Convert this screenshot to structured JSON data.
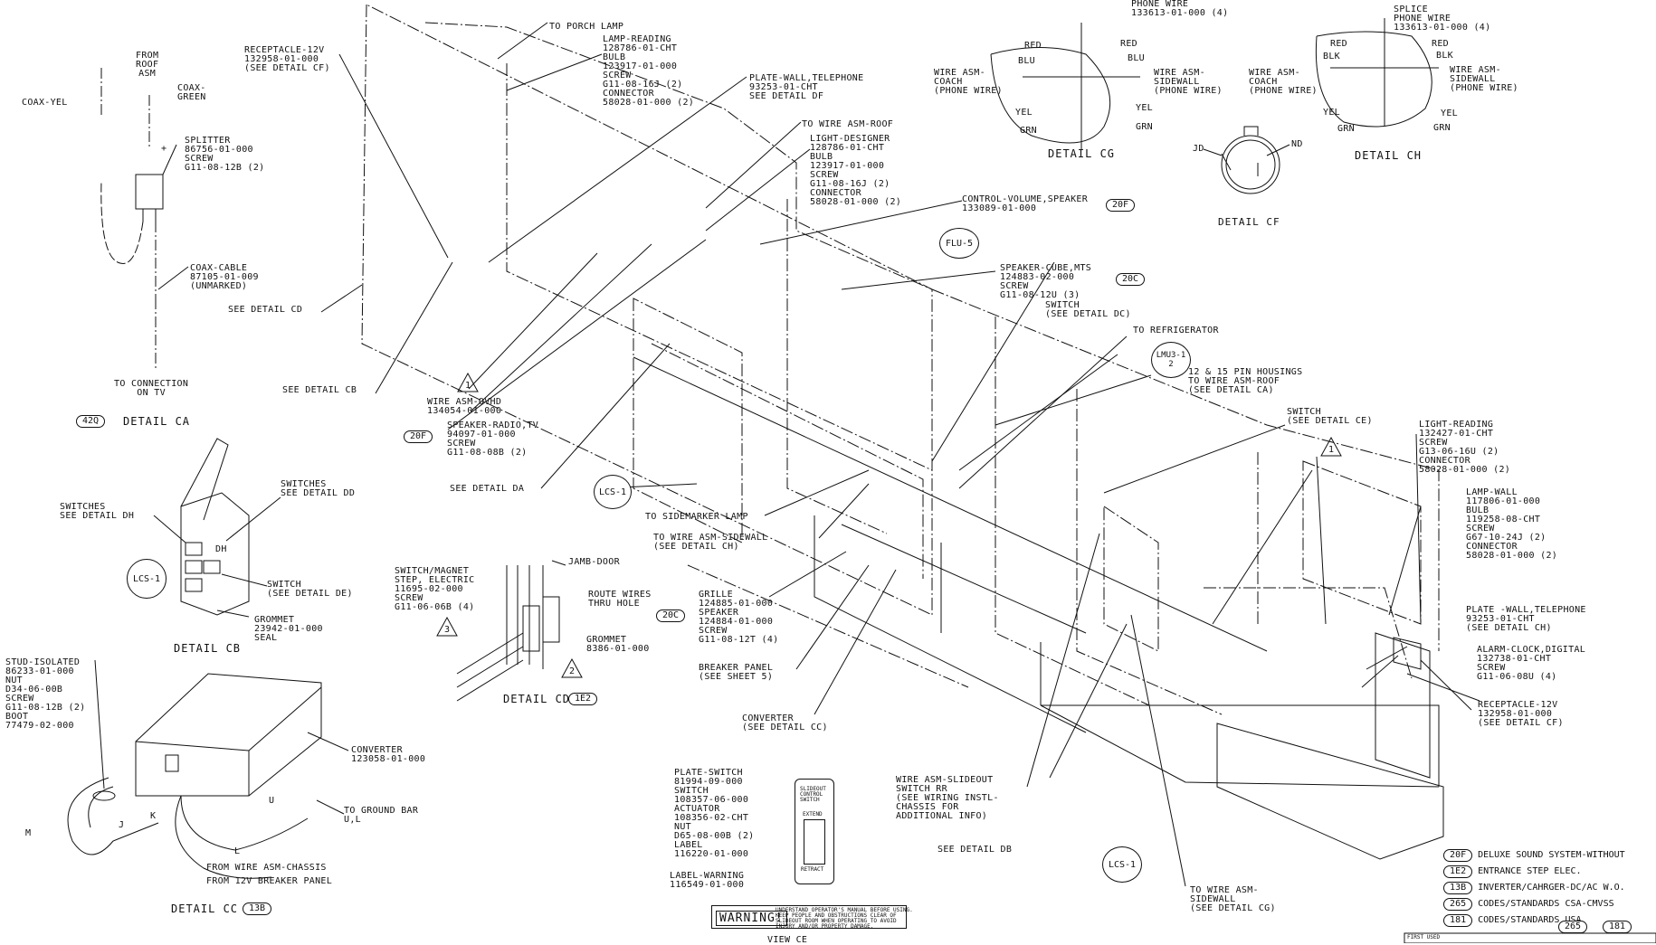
{
  "detail_ca": {
    "from_roof": "FROM\nROOF\nASM",
    "coax_yel": "COAX-YEL",
    "coax_green": "COAX-\nGREEN",
    "splitter": "SPLITTER\n86756-01-000\nSCREW\nG11-08-12B (2)",
    "coax_cable": "COAX-CABLE\n87105-01-009\n(UNMARKED)",
    "to_tv": "TO CONNECTION\nON TV",
    "plus": "+",
    "tag": "42Q",
    "title": "DETAIL CA"
  },
  "detail_cb": {
    "switches_dd": "SWITCHES\nSEE DETAIL DD",
    "switches_dh": "SWITCHES\nSEE DETAIL DH",
    "dh": "DH",
    "lcs": "LCS-1",
    "switch_de": "SWITCH\n(SEE DETAIL DE)",
    "grommet": "GROMMET\n23942-01-000\nSEAL",
    "title": "DETAIL CB"
  },
  "detail_cd": {
    "jamb_door": "JAMB-DOOR",
    "switch_magnet": "SWITCH/MAGNET\nSTEP, ELECTRIC\n11695-02-000\nSCREW\nG11-06-06B (4)",
    "route_wires": "ROUTE WIRES\nTHRU HOLE",
    "grommet": "GROMMET\n8386-01-000",
    "tri3": "3",
    "tri2": "2",
    "title": "DETAIL CD",
    "tag": "1E2"
  },
  "detail_cc": {
    "stud": "STUD-ISOLATED\n86233-01-000\nNUT\nD34-06-00B\nSCREW\nG11-08-12B (2)\nBOOT\n77479-02-000",
    "converter": "CONVERTER\n123058-01-000",
    "to_ground_bar": "TO GROUND BAR\nU,L",
    "from_chassis": "FROM WIRE ASM-CHASSIS",
    "from_breaker": "FROM 12V BREAKER PANEL",
    "m": "M",
    "j": "J",
    "k": "K",
    "u": "U",
    "l": "L",
    "title": "DETAIL CC",
    "tag": "13B"
  },
  "main_labels": {
    "receptacle": "RECEPTACLE-12V\n132958-01-000\n(SEE DETAIL CF)",
    "to_porch_lamp": "TO PORCH LAMP",
    "lamp_reading": "LAMP-READING\n128786-01-CHT\nBULB\n123917-01-000\nSCREW\nG11-08-16J (2)\nCONNECTOR\n58028-01-000 (2)",
    "plate_wall_tel": "PLATE-WALL,TELEPHONE\n93253-01-CHT\nSEE DETAIL DF",
    "to_wire_asm_roof": "TO WIRE ASM-ROOF",
    "light_designer": "LIGHT-DESIGNER\n128786-01-CHT\nBULB\n123917-01-000\nSCREW\nG11-08-16J (2)\nCONNECTOR\n58028-01-000 (2)",
    "control_volume": "CONTROL-VOLUME,SPEAKER\n133089-01-000",
    "tag_20f_a": "20F",
    "flu5": "FLU-5",
    "speaker_cube": "SPEAKER-CUBE,MTS\n124883-02-000\nSCREW\nG11-08-12U (3)",
    "tag_20c_a": "20C",
    "switch_dc": "SWITCH\n(SEE DETAIL DC)",
    "to_refrigerator": "TO REFRIGERATOR",
    "lmu3": "LMU3-1",
    "lmu3_num": "2",
    "pin_housings": "12 & 15 PIN HOUSINGS\nTO WIRE ASM-ROOF\n(SEE DETAIL CA)",
    "switch_ce": "SWITCH\n(SEE DETAIL CE)",
    "tri1_right": "1",
    "light_reading2": "LIGHT-READING\n132427-01-CHT\nSCREW\nG13-06-16U (2)\nCONNECTOR\n58028-01-000 (2)",
    "lamp_wall": "LAMP-WALL\n117806-01-000\nBULB\n119258-08-CHT\nSCREW\nG67-10-24J (2)\nCONNECTOR\n58028-01-000 (2)",
    "plate_wall_tel2": "PLATE -WALL,TELEPHONE\n93253-01-CHT\n(SEE DETAIL CH)",
    "alarm_clock": "ALARM-CLOCK,DIGITAL\n132738-01-CHT\nSCREW\nG11-06-08U (4)",
    "receptacle2": "RECEPTACLE-12V\n132958-01-000\n(SEE DETAIL CF)",
    "see_detail_cd": "SEE DETAIL CD",
    "see_detail_cb": "SEE DETAIL CB",
    "tri1_left": "1",
    "wire_asm_ovhd": "WIRE ASM-OVHD\n134054-01-000",
    "speaker_radio": "SPEAKER-RADIO,TV\n94097-01-000\nSCREW\nG11-08-08B (2)",
    "tag_20f_b": "20F",
    "see_detail_da": "SEE DETAIL DA",
    "lcs1_a": "LCS-1",
    "to_sidemarker": "TO SIDEMARKER LAMP",
    "to_wire_sidewall": "TO WIRE ASM-SIDEWALL\n(SEE DETAIL CH)",
    "grille": "GRILLE\n124885-01-000\nSPEAKER\n124884-01-000\nSCREW\nG11-08-12T (4)",
    "tag_20c_b": "20C",
    "breaker_panel": "BREAKER PANEL\n(SEE SHEET 5)",
    "converter_cc": "CONVERTER\n(SEE DETAIL CC)",
    "wire_asm_slideout": "WIRE ASM-SLIDEOUT\nSWITCH RR\n(SEE WIRING INSTL-\nCHASSIS FOR\nADDITIONAL INFO)",
    "see_detail_db": "SEE DETAIL DB",
    "lcs1_b": "LCS-1",
    "to_wire_sidewall_cg": "TO WIRE ASM-\nSIDEWALL\n(SEE DETAIL CG)",
    "plate_switch": "PLATE-SWITCH\n81994-09-000\nSWITCH\n108357-06-000\nACTUATOR\n108356-02-CHT\nNUT\nD65-08-00B (2)\nLABEL\n116220-01-000",
    "label_warning": "LABEL-WARNING\n116549-01-000",
    "warning_word": "WARNING!",
    "warning_text": "UNDERSTAND OPERATOR'S MANUAL BEFORE USING.\nKEEP PEOPLE AND OBSTRUCTIONS CLEAR OF\nSLIDEOUT ROOM WHEN OPERATING TO AVOID\nINJURY AND/OR PROPERTY DAMAGE.",
    "switchplate_top": "SLIDEOUT\nCONTROL\nSWITCH",
    "switchplate_extend": "EXTEND",
    "switchplate_retract": "RETRACT",
    "bottom_cut": "VIEW CE"
  },
  "detail_cg": {
    "phone_wire": "PHONE WIRE\n133613-01-000 (4)",
    "red_l": "RED",
    "blu_l": "BLU",
    "red_r": "RED",
    "blu_r": "BLU",
    "yel_l": "YEL",
    "grn_l": "GRN",
    "yel_r": "YEL",
    "grn_r": "GRN",
    "coach": "WIRE ASM-\nCOACH\n(PHONE WIRE)",
    "sidewall": "WIRE ASM-\nSIDEWALL\n(PHONE WIRE)",
    "title": "DETAIL CG"
  },
  "detail_ch": {
    "splice": "SPLICE\nPHONE WIRE\n133613-01-000 (4)",
    "coach": "WIRE ASM-\nCOACH\n(PHONE WIRE)",
    "red_l": "RED",
    "blk_l": "BLK",
    "red_r": "RED",
    "blk_r": "BLK",
    "yel_l": "YEL",
    "grn_l": "GRN",
    "yel_r": "YEL",
    "grn_r": "GRN",
    "sidewall": "WIRE ASM-\nSIDEWALL\n(PHONE WIRE)",
    "title": "DETAIL CH"
  },
  "detail_cf": {
    "jd": "JD",
    "nd": "ND",
    "title": "DETAIL CF"
  },
  "legend": [
    {
      "tag": "20F",
      "text": "DELUXE SOUND SYSTEM-WITHOUT"
    },
    {
      "tag": "1E2",
      "text": "ENTRANCE STEP ELEC."
    },
    {
      "tag": "13B",
      "text": "INVERTER/CAHRGER-DC/AC W.O."
    },
    {
      "tag": "265",
      "text": "CODES/STANDARDS CSA-CMVSS"
    },
    {
      "tag": "181",
      "text": "CODES/STANDARDS USA"
    }
  ],
  "footer": {
    "tag_a": "265",
    "tag_b": "181",
    "first_used": "FIRST USED"
  },
  "colors": {
    "ink": "#111111",
    "paper": "#ffffff"
  }
}
